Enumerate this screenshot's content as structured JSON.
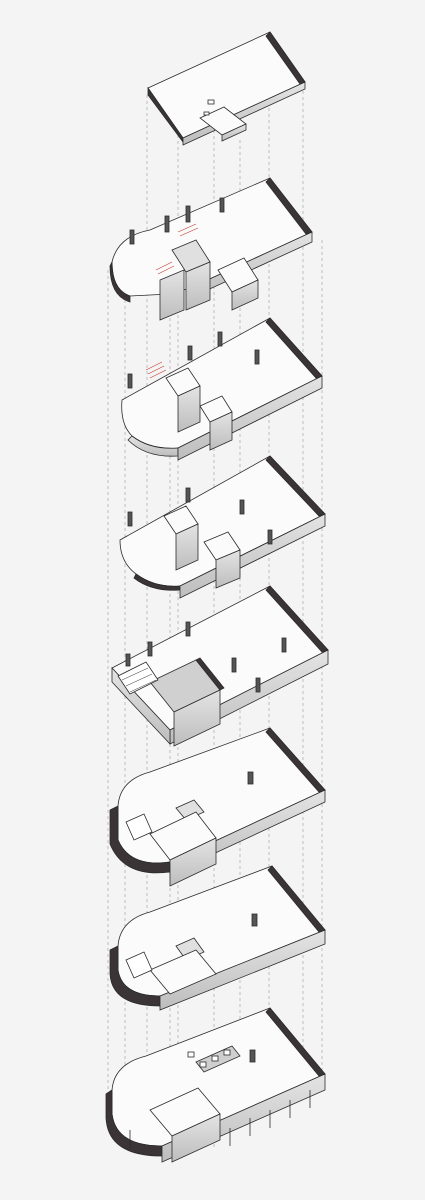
{
  "diagram": {
    "kind": "exploded axonometric building floors",
    "background": "#f4f4f4",
    "line_color": "#2b2b2b",
    "wall_fill": "#d9d9d9",
    "wall_dark": "#3a3436",
    "floor_fill": "#fbfbfb",
    "stair_accent": "#c0392b",
    "levels": [
      {
        "id": "roof"
      },
      {
        "id": "level-6"
      },
      {
        "id": "level-5"
      },
      {
        "id": "level-4"
      },
      {
        "id": "level-3"
      },
      {
        "id": "level-2"
      },
      {
        "id": "level-1"
      },
      {
        "id": "ground"
      }
    ]
  }
}
